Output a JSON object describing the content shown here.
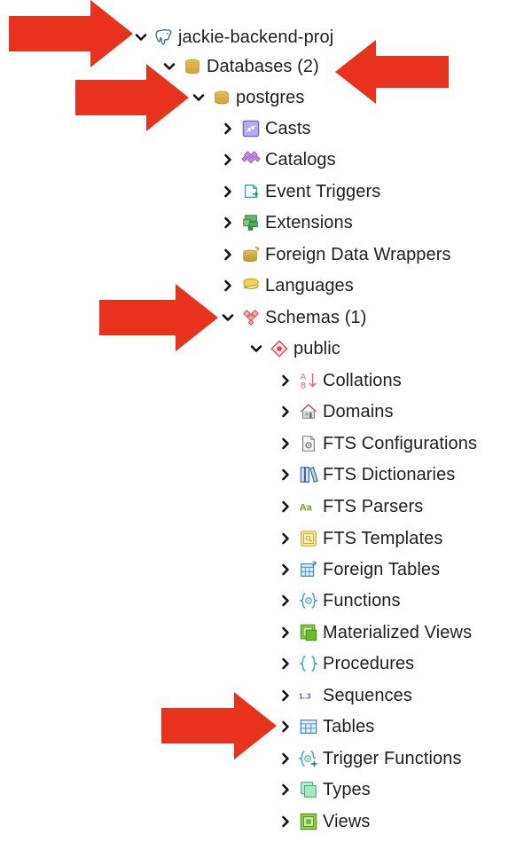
{
  "tree": {
    "nodes": [
      {
        "key": "server",
        "label": "jackie-backend-proj",
        "icon": "elephant-icon",
        "expanded": true,
        "level": 0
      },
      {
        "key": "databases",
        "label": "Databases (2)",
        "icon": "database-stack-icon",
        "expanded": true,
        "level": 1
      },
      {
        "key": "postgres",
        "label": "postgres",
        "icon": "database-icon",
        "expanded": true,
        "level": 2
      },
      {
        "key": "casts",
        "label": "Casts",
        "icon": "cast-icon",
        "expanded": false,
        "level": 3
      },
      {
        "key": "catalogs",
        "label": "Catalogs",
        "icon": "catalog-icon",
        "expanded": false,
        "level": 3
      },
      {
        "key": "event_triggers",
        "label": "Event Triggers",
        "icon": "event-trigger-icon",
        "expanded": false,
        "level": 3
      },
      {
        "key": "extensions",
        "label": "Extensions",
        "icon": "extension-icon",
        "expanded": false,
        "level": 3
      },
      {
        "key": "fdw",
        "label": "Foreign Data Wrappers",
        "icon": "foreign-data-wrapper-icon",
        "expanded": false,
        "level": 3
      },
      {
        "key": "languages",
        "label": "Languages",
        "icon": "language-icon",
        "expanded": false,
        "level": 3
      },
      {
        "key": "schemas",
        "label": "Schemas (1)",
        "icon": "schemas-icon",
        "expanded": true,
        "level": 3
      },
      {
        "key": "public",
        "label": "public",
        "icon": "schema-icon",
        "expanded": true,
        "level": 4
      },
      {
        "key": "collations",
        "label": "Collations",
        "icon": "collation-icon",
        "expanded": false,
        "level": 5
      },
      {
        "key": "domains",
        "label": "Domains",
        "icon": "domain-icon",
        "expanded": false,
        "level": 5
      },
      {
        "key": "fts_configurations",
        "label": "FTS Configurations",
        "icon": "fts-configuration-icon",
        "expanded": false,
        "level": 5
      },
      {
        "key": "fts_dictionaries",
        "label": "FTS Dictionaries",
        "icon": "fts-dictionary-icon",
        "expanded": false,
        "level": 5
      },
      {
        "key": "fts_parsers",
        "label": "FTS Parsers",
        "icon": "fts-parser-icon",
        "expanded": false,
        "level": 5
      },
      {
        "key": "fts_templates",
        "label": "FTS Templates",
        "icon": "fts-template-icon",
        "expanded": false,
        "level": 5
      },
      {
        "key": "foreign_tables",
        "label": "Foreign Tables",
        "icon": "foreign-table-icon",
        "expanded": false,
        "level": 5
      },
      {
        "key": "functions",
        "label": "Functions",
        "icon": "function-icon",
        "expanded": false,
        "level": 5
      },
      {
        "key": "materialized_views",
        "label": "Materialized Views",
        "icon": "materialized-view-icon",
        "expanded": false,
        "level": 5
      },
      {
        "key": "procedures",
        "label": "Procedures",
        "icon": "procedure-icon",
        "expanded": false,
        "level": 5
      },
      {
        "key": "sequences",
        "label": "Sequences",
        "icon": "sequence-icon",
        "expanded": false,
        "level": 5
      },
      {
        "key": "tables",
        "label": "Tables",
        "icon": "table-icon",
        "expanded": false,
        "level": 5
      },
      {
        "key": "trigger_functions",
        "label": "Trigger Functions",
        "icon": "trigger-function-icon",
        "expanded": false,
        "level": 5
      },
      {
        "key": "types",
        "label": "Types",
        "icon": "type-icon",
        "expanded": false,
        "level": 5
      },
      {
        "key": "views",
        "label": "Views",
        "icon": "view-icon",
        "expanded": false,
        "level": 5
      }
    ],
    "icon_texts": {
      "sequence": "1..3",
      "fts_parser": "Aa",
      "collation_top": "A",
      "collation_bottom": "B"
    }
  },
  "annotations": {
    "arrow_color": "#e8321e",
    "arrows": [
      {
        "name": "arrow-server",
        "direction": "right"
      },
      {
        "name": "arrow-databases",
        "direction": "left"
      },
      {
        "name": "arrow-postgres",
        "direction": "right"
      },
      {
        "name": "arrow-schemas",
        "direction": "right"
      },
      {
        "name": "arrow-tables",
        "direction": "right"
      }
    ]
  }
}
